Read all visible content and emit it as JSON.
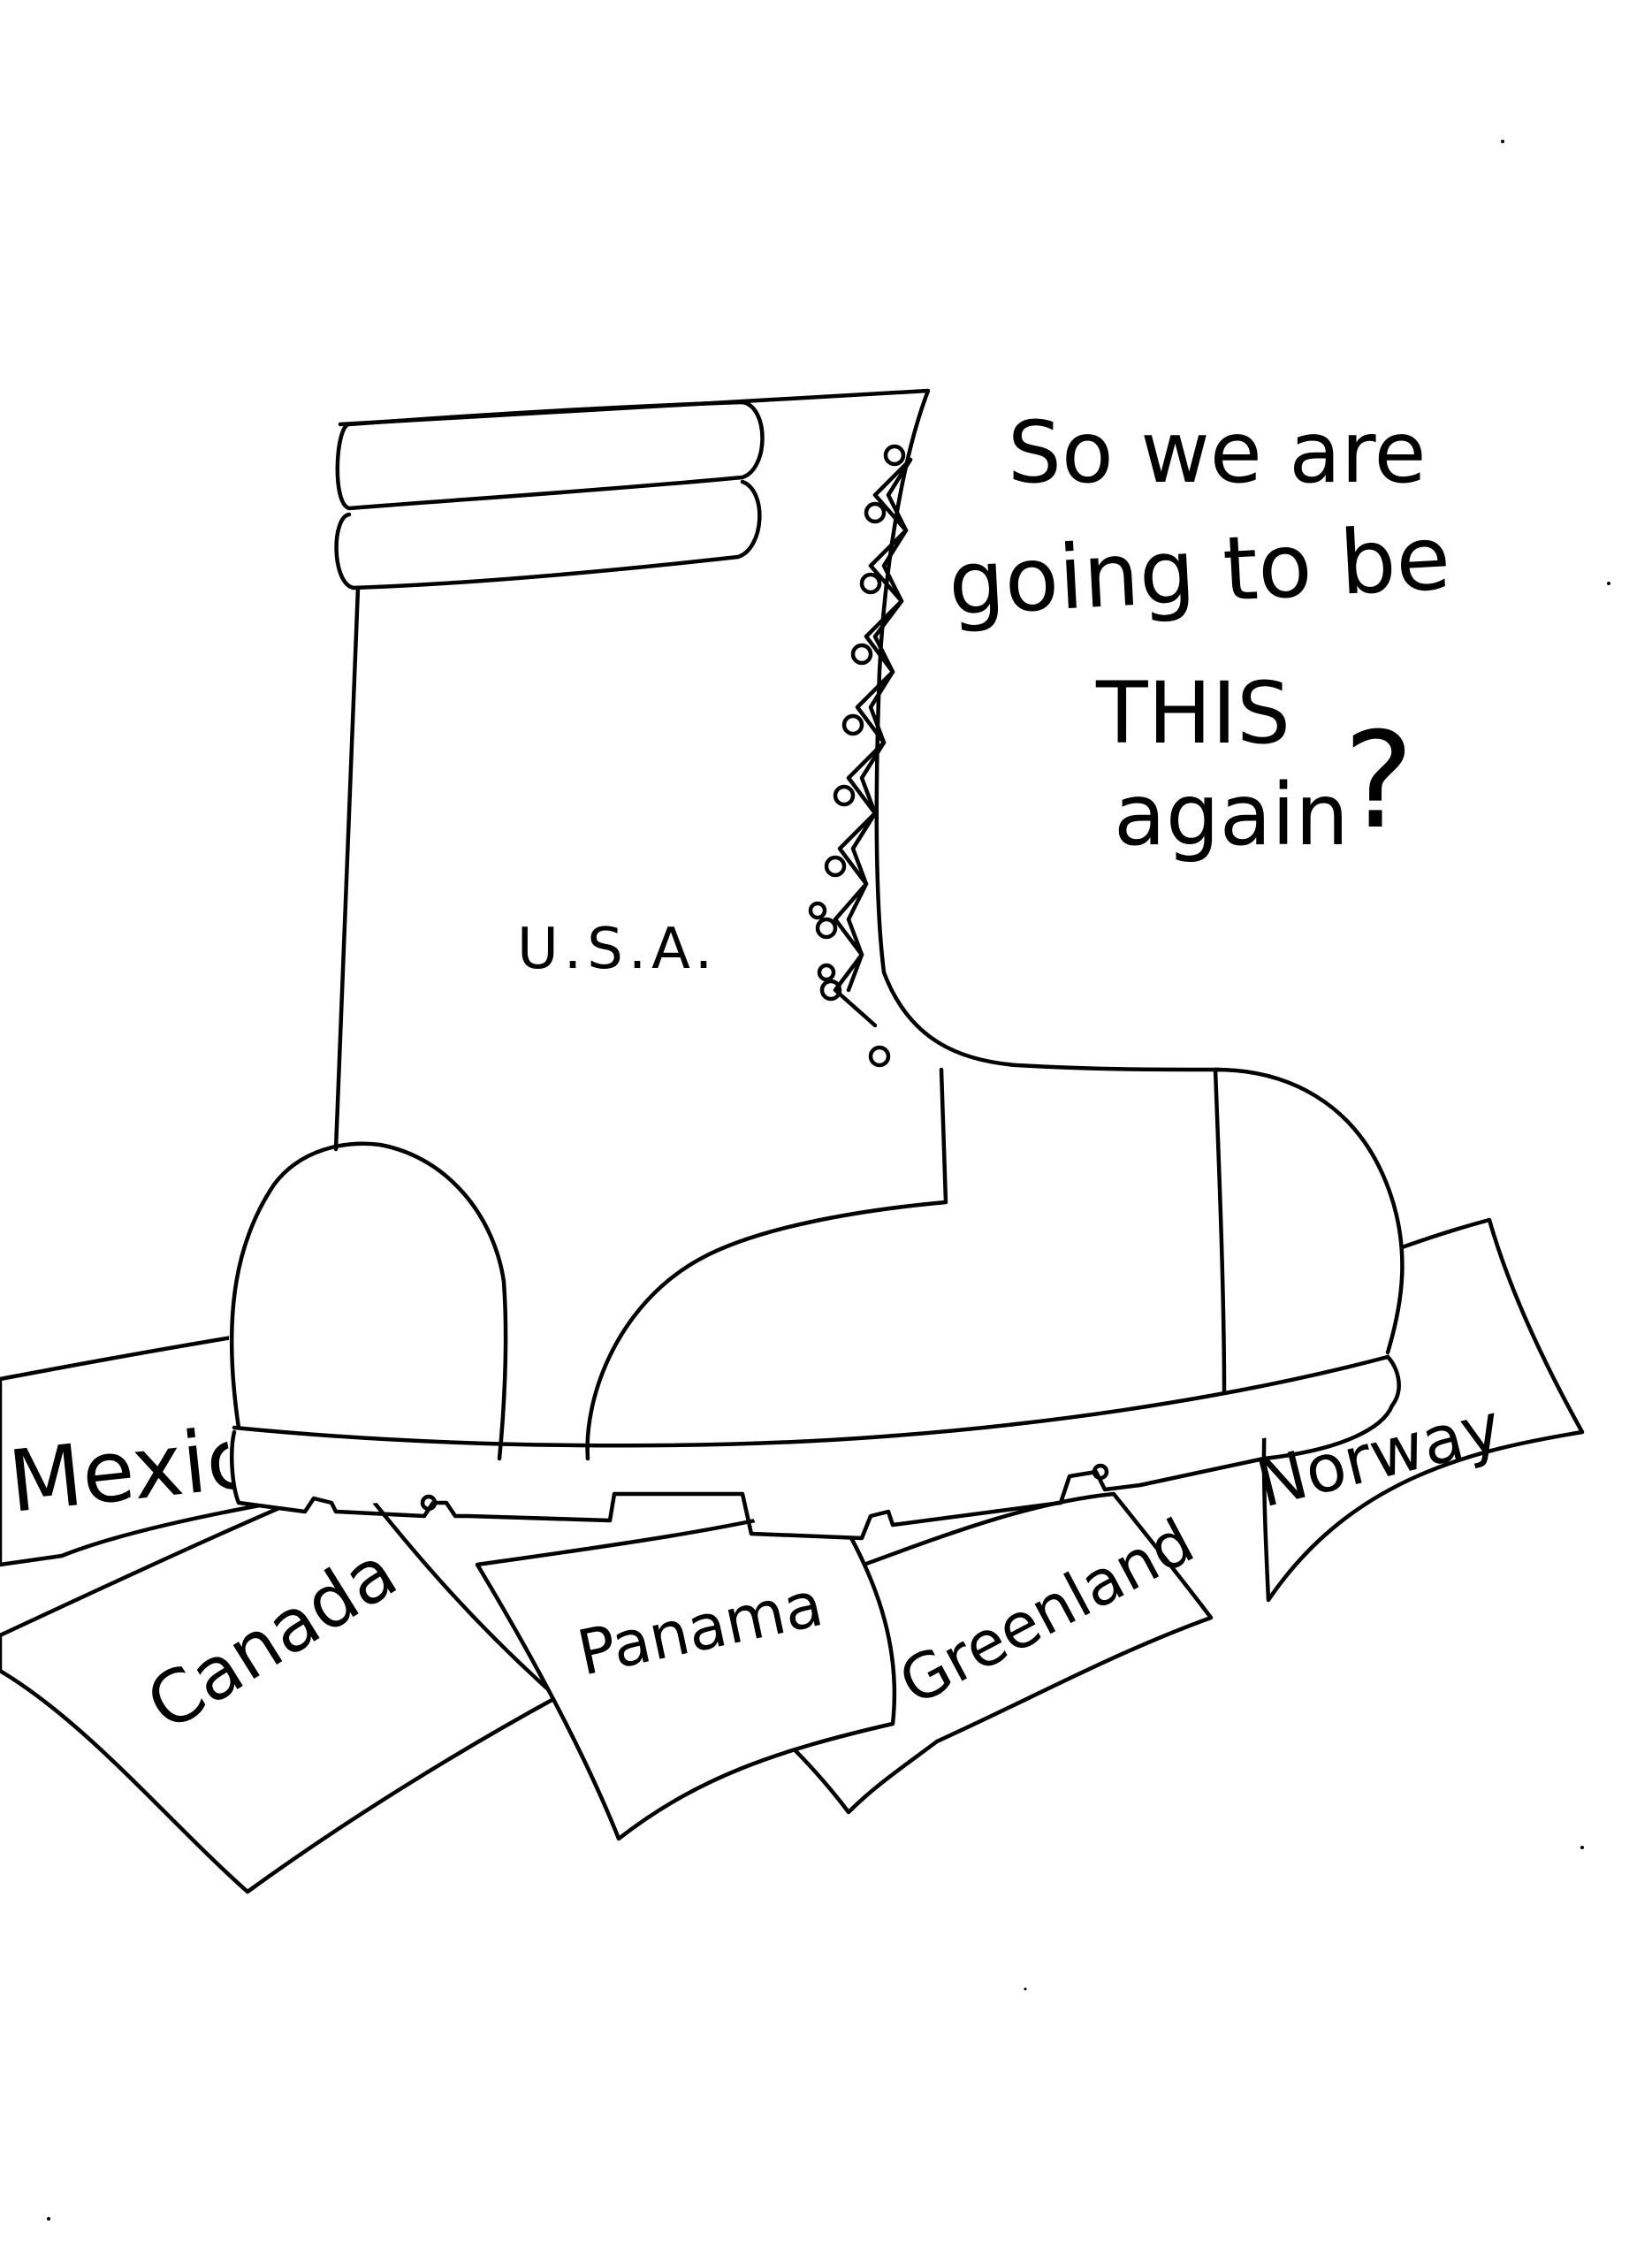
{
  "caption": {
    "line1": "So we are",
    "line2": "going to be",
    "line3": "THIS",
    "line4": "again",
    "mark": "?"
  },
  "boot_label": "U.S.A.",
  "countries": [
    {
      "name": "Mexic"
    },
    {
      "name": "Canada"
    },
    {
      "name": "Panama"
    },
    {
      "name": "Greenland"
    },
    {
      "name": "Norway"
    }
  ],
  "colors": {
    "ink": "#000000",
    "paper": "#ffffff"
  }
}
